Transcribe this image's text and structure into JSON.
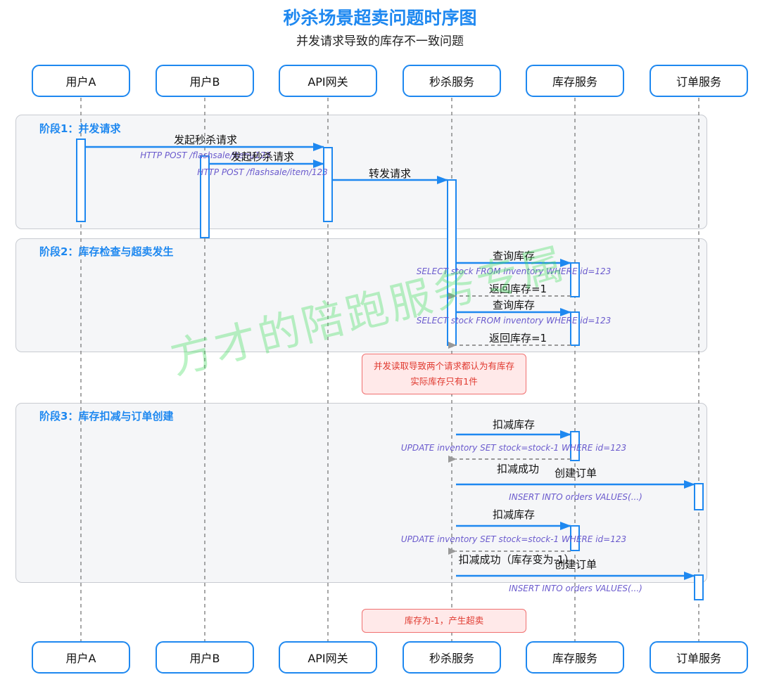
{
  "title": "秒杀场景超卖问题时序图",
  "subtitle": "并发请求导致的库存不一致问题",
  "participants": [
    "用户A",
    "用户B",
    "API网关",
    "秒杀服务",
    "库存服务",
    "订单服务"
  ],
  "phases": [
    {
      "label": "阶段1：并发请求"
    },
    {
      "label": "阶段2：库存检查与超卖发生"
    },
    {
      "label": "阶段3：库存扣减与订单创建"
    }
  ],
  "messages": [
    {
      "label": "发起秒杀请求",
      "sql": "HTTP POST /flashsale/item/123"
    },
    {
      "label": "发起秒杀请求",
      "sql": "HTTP POST /flashsale/item/123"
    },
    {
      "label": "转发请求",
      "sql": ""
    },
    {
      "label": "查询库存",
      "sql": "SELECT stock FROM inventory WHERE id=123"
    },
    {
      "label": "返回库存=1",
      "sql": ""
    },
    {
      "label": "查询库存",
      "sql": "SELECT stock FROM inventory WHERE id=123"
    },
    {
      "label": "返回库存=1",
      "sql": ""
    },
    {
      "label": "扣减库存",
      "sql": "UPDATE inventory SET stock=stock-1 WHERE id=123"
    },
    {
      "label": "扣减成功",
      "sql": ""
    },
    {
      "label": "创建订单",
      "sql": "INSERT INTO orders VALUES(...)"
    },
    {
      "label": "扣减库存",
      "sql": "UPDATE inventory SET stock=stock-1 WHERE id=123"
    },
    {
      "label": "扣减成功（库存变为-1）",
      "sql": ""
    },
    {
      "label": "创建订单",
      "sql": "INSERT INTO orders VALUES(...)"
    }
  ],
  "notes": [
    {
      "lines": [
        "并发读取导致两个请求都认为有库存",
        "实际库存只有1件"
      ]
    },
    {
      "lines": [
        "库存为-1，产生超卖"
      ]
    }
  ],
  "watermark": "方才的陪跑服务专属",
  "colors": {
    "accent": "#1e88f0",
    "return": "#999999",
    "sql": "#6a5acd",
    "note_text": "#e0392f",
    "note_bg": "#ffe9e9",
    "watermark": "#3cdc5a"
  }
}
